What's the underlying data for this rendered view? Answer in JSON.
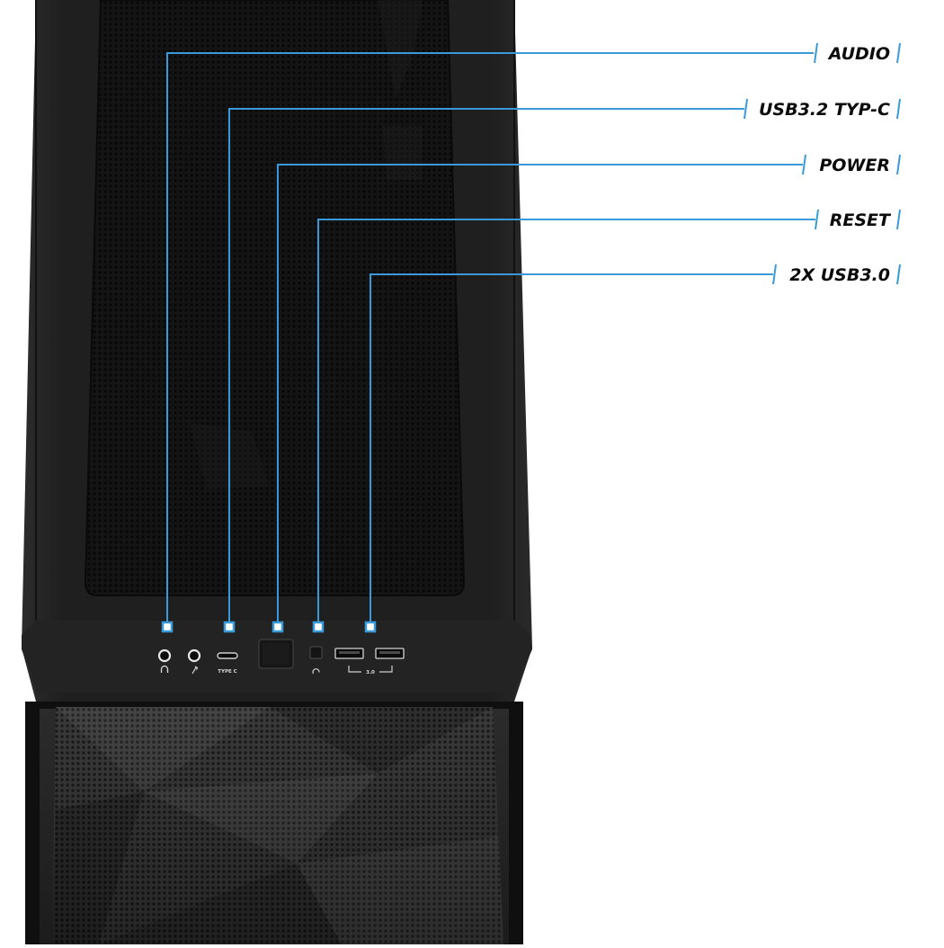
{
  "product": {
    "callouts": [
      {
        "id": "audio",
        "label": "AUDIO"
      },
      {
        "id": "usb-c",
        "label": "USB3.2 TYP-C"
      },
      {
        "id": "power",
        "label": "POWER"
      },
      {
        "id": "reset",
        "label": "RESET"
      },
      {
        "id": "usb3",
        "label": "2X USB3.0"
      }
    ],
    "port_captions": {
      "type_c": "TYPE C",
      "usb_version": "3.0"
    },
    "colors": {
      "callout_line": "#3a9ad9",
      "label_text": "#0b0b0b",
      "case_body": "#1e1e1e",
      "mesh_panel": "#121212"
    }
  }
}
